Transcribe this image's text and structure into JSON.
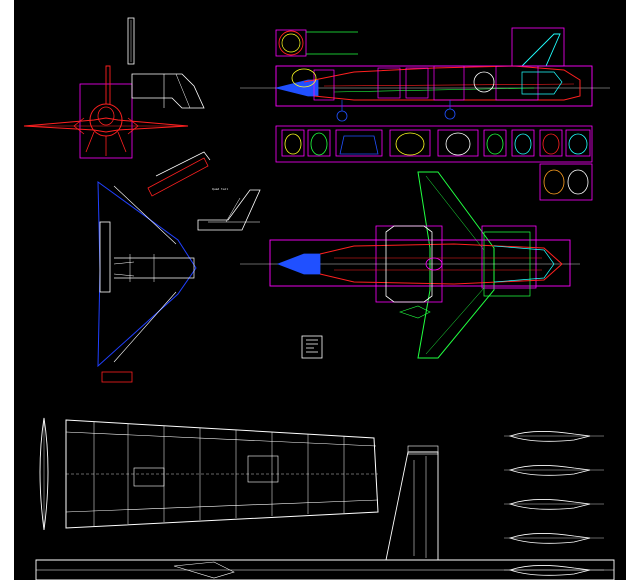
{
  "drawing": {
    "background": "#000000",
    "colors": {
      "outline": "#ffffff",
      "fuselage": "#ff2020",
      "frames": "#ff00ff",
      "wing_top": "#2040ff",
      "wing_bottom": "#20ff40",
      "nose": "#2050ff",
      "accent_yellow": "#ffff20",
      "accent_cyan": "#20ffff",
      "accent_orange": "#ffa020"
    },
    "components": [
      "side-view",
      "front-view",
      "top-view-wing-blue",
      "bottom-view-wing-green",
      "vertical-tail-detail",
      "cross-section-row",
      "wing-structure-plan",
      "vertical-fin-plan",
      "fuselage-bottom-view",
      "airfoil-profiles",
      "title-block"
    ]
  }
}
